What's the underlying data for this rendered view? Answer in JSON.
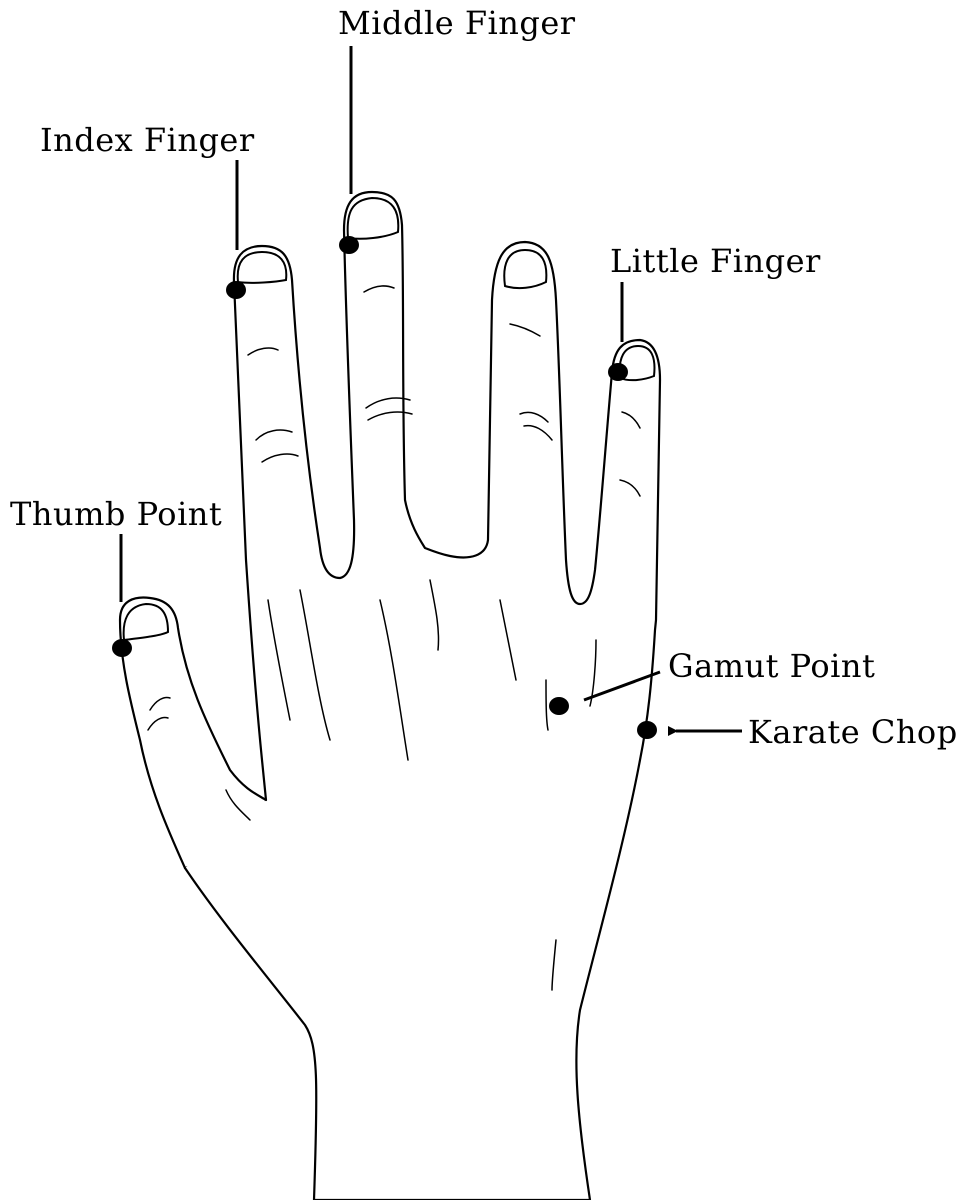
{
  "labels": {
    "middle_finger": "Middle Finger",
    "index_finger": "Index Finger",
    "little_finger": "Little Finger",
    "thumb_point": "Thumb Point",
    "gamut_point": "Gamut Point",
    "karate_chop": "Karate Chop"
  },
  "colors": {
    "ink": "#000000",
    "background": "#ffffff"
  }
}
